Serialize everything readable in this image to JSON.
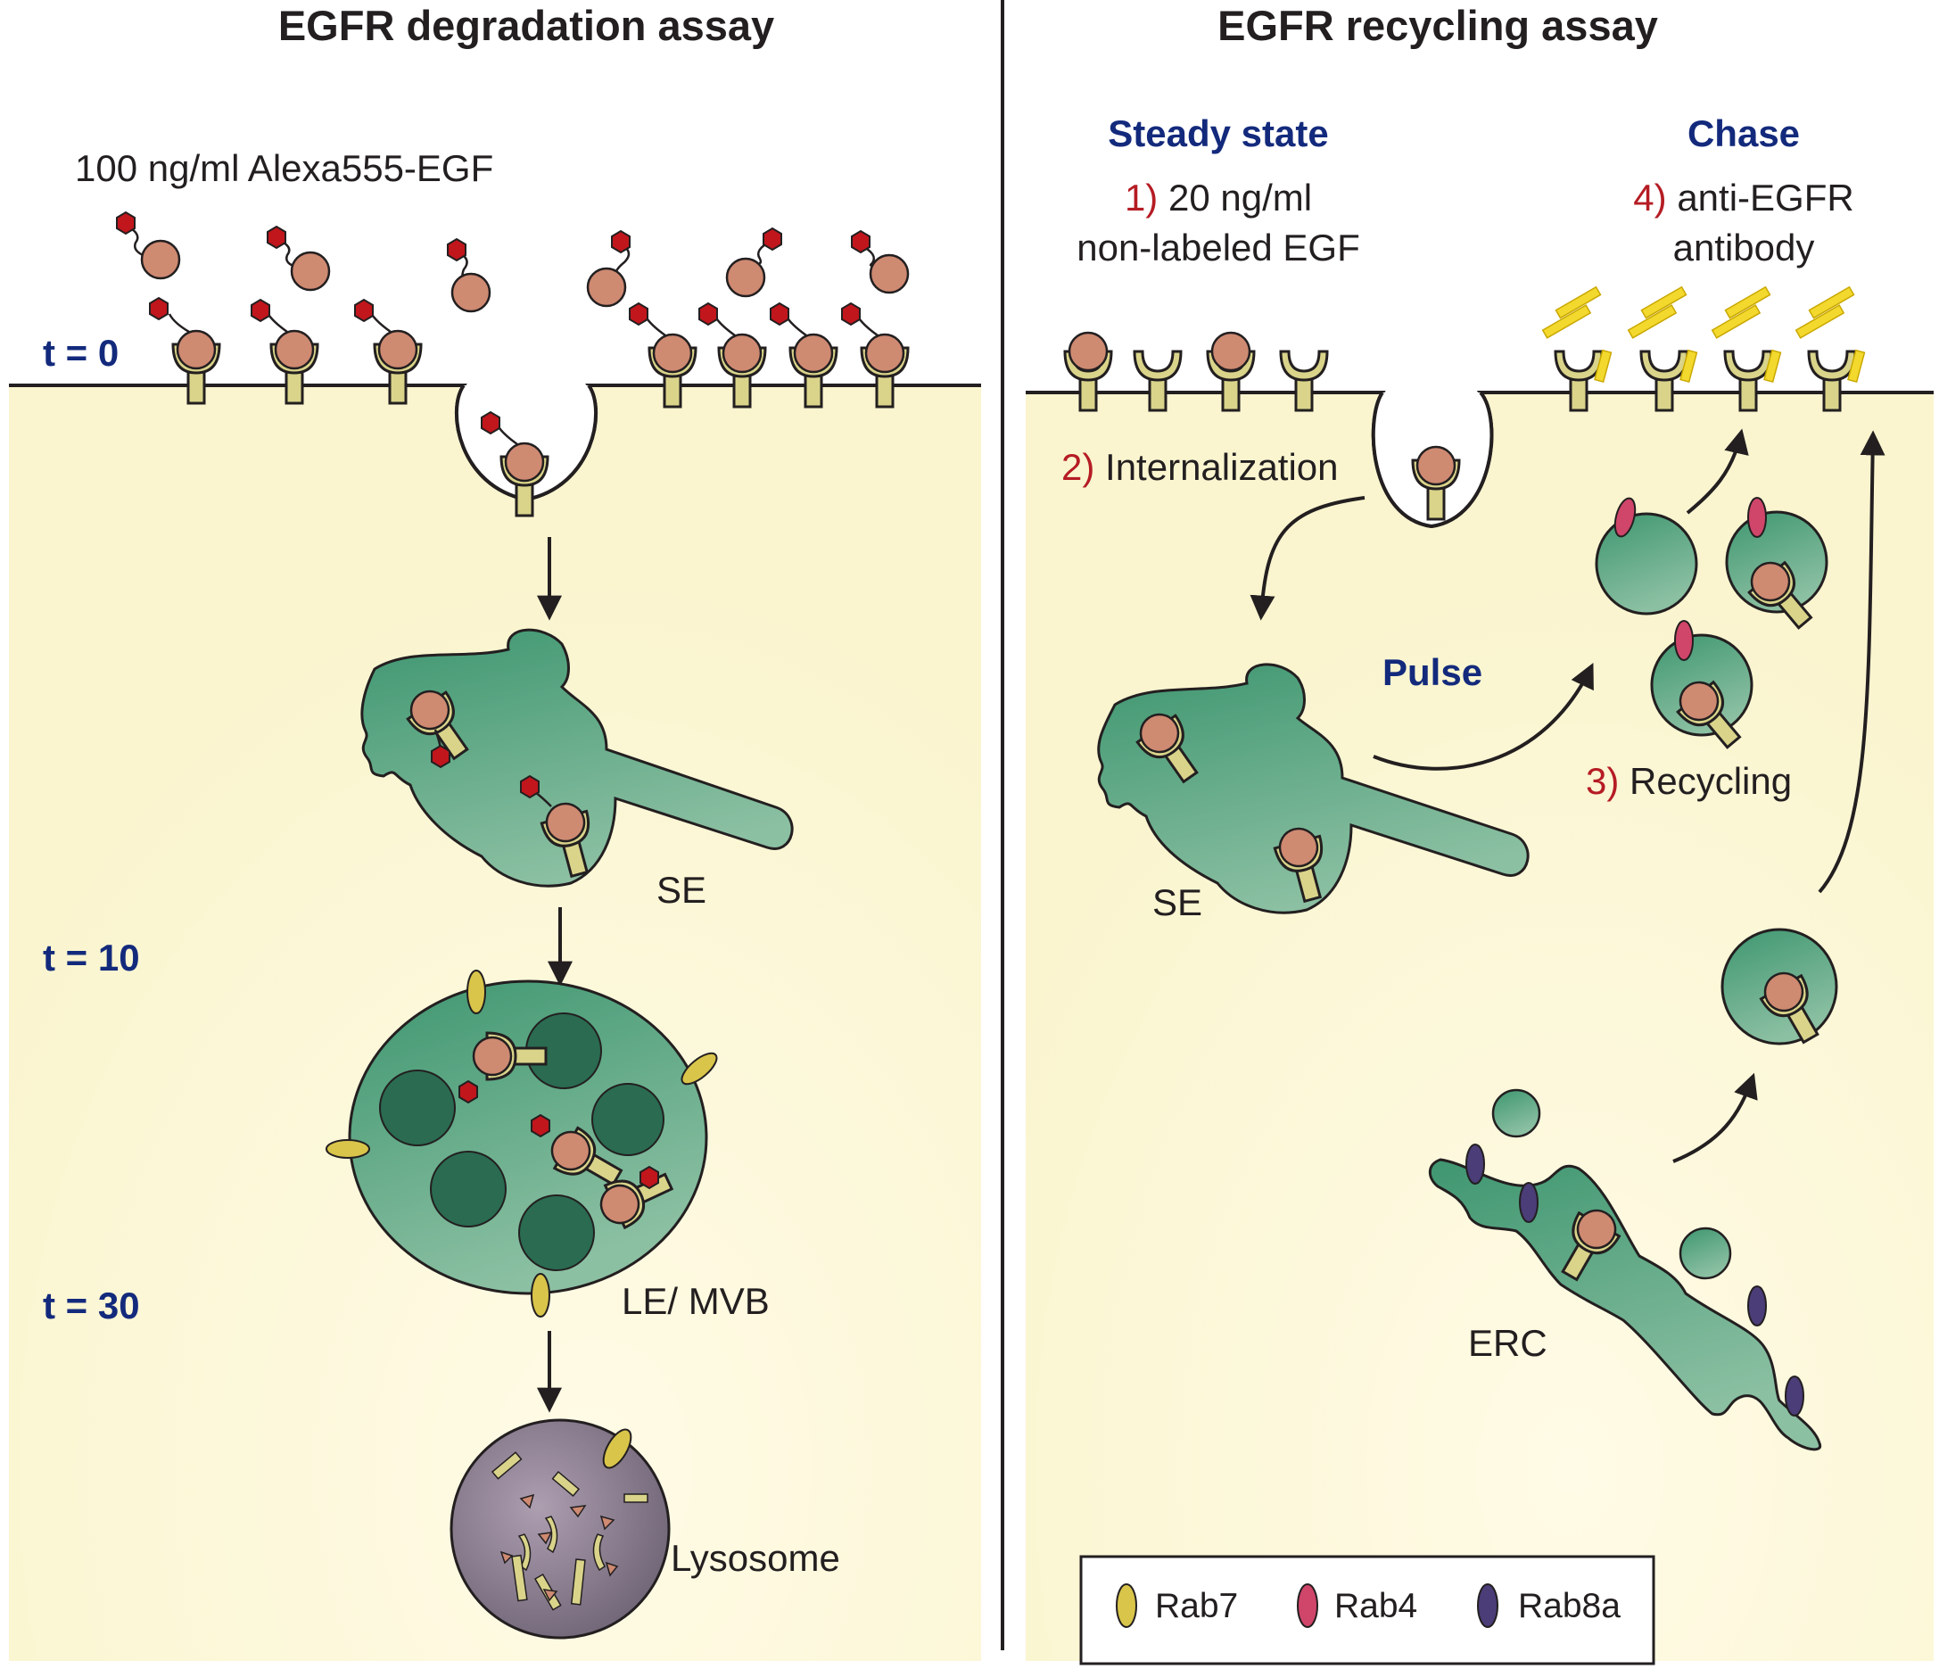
{
  "left_panel": {
    "title": "EGFR degradation assay",
    "ligand_label": "100 ng/ml Alexa555-EGF",
    "time_labels": [
      "t = 0",
      "t = 10",
      "t = 30"
    ],
    "compartment_labels": {
      "se": "SE",
      "le_mvb": "LE/ MVB",
      "lysosome": "Lysosome"
    }
  },
  "right_panel": {
    "title": "EGFR recycling assay",
    "steady_state": "Steady state",
    "chase": "Chase",
    "pulse": "Pulse",
    "step1_num": "1)",
    "step1_line1": "20 ng/ml",
    "step1_line2": "non-labeled EGF",
    "step4_num": "4)",
    "step4_line1": "anti-EGFR",
    "step4_line2": "antibody",
    "step2_num": "2)",
    "step2_text": "Internalization",
    "step3_num": "3)",
    "step3_text": "Recycling",
    "compartment_labels": {
      "se": "SE",
      "erc": "ERC"
    }
  },
  "legend": {
    "items": [
      {
        "label": "Rab7",
        "color": "#d9c54a"
      },
      {
        "label": "Rab4",
        "color": "#d0456a"
      },
      {
        "label": "Rab8a",
        "color": "#4a3d78"
      }
    ]
  },
  "colors": {
    "cytoplasm": "#faf5cf",
    "endosome_green": "#4e9e78",
    "mvb_inner": "#2a6b51",
    "receptor": "#d9d48a",
    "egf_ball": "#cf8a72",
    "alexa_tag": "#c0161c",
    "lysosome": "#8a7d91",
    "antibody": "#f3d92e",
    "title_blue": "#132a7c",
    "step_red": "#b51c24"
  }
}
